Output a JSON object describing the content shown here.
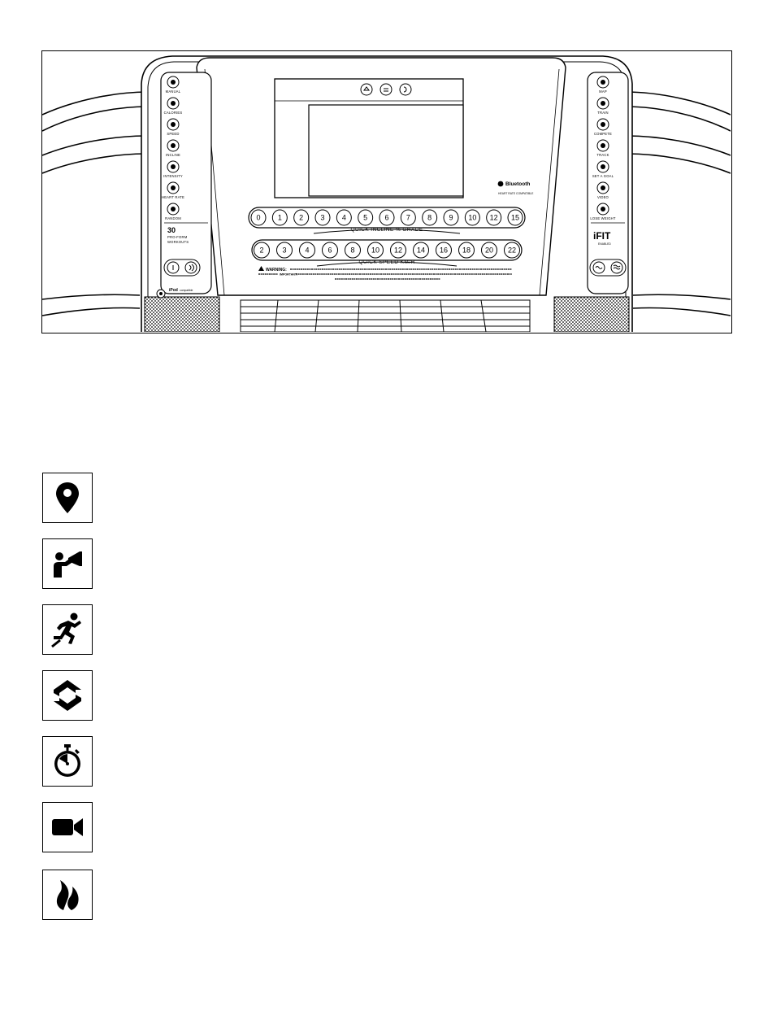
{
  "console": {
    "left_buttons": [
      "MANUAL",
      "CALORIES",
      "SPEED",
      "INCLINE",
      "INTENSITY",
      "HEART RATE",
      "RANDOM"
    ],
    "workouts_count": "30",
    "workouts_label_1": "PRO-FORM",
    "workouts_label_2": "WORKOUTS",
    "ipod_label": "iPod",
    "ipod_suffix": "compatible",
    "right_buttons": [
      "MAP",
      "TRAIN",
      "COMPETE",
      "TRACK",
      "SET A GOAL",
      "VIDEO",
      "LOSE WEIGHT"
    ],
    "ifit_logo": "iFIT",
    "ifit_sub": "ENABLED",
    "bluetooth_label": "Bluetooth",
    "bluetooth_sub": "HEART RATE COMPATIBLE",
    "incline_keys": [
      "0",
      "1",
      "2",
      "3",
      "4",
      "5",
      "6",
      "7",
      "8",
      "9",
      "10",
      "12",
      "15"
    ],
    "incline_caption": "QUICK INCLINE  % GRADE",
    "speed_keys": [
      "2",
      "3",
      "4",
      "6",
      "8",
      "10",
      "12",
      "14",
      "16",
      "18",
      "20",
      "22"
    ],
    "speed_caption": "QUICK SPEED  KM/H",
    "warning_title": "WARNING:",
    "important_label": "IMPORTANT:"
  },
  "icons": [
    {
      "name": "map-pin-icon"
    },
    {
      "name": "train-megaphone-icon"
    },
    {
      "name": "compete-runner-icon"
    },
    {
      "name": "track-arrows-icon"
    },
    {
      "name": "set-goal-stopwatch-icon"
    },
    {
      "name": "video-camera-icon"
    },
    {
      "name": "lose-weight-flame-icon"
    }
  ]
}
